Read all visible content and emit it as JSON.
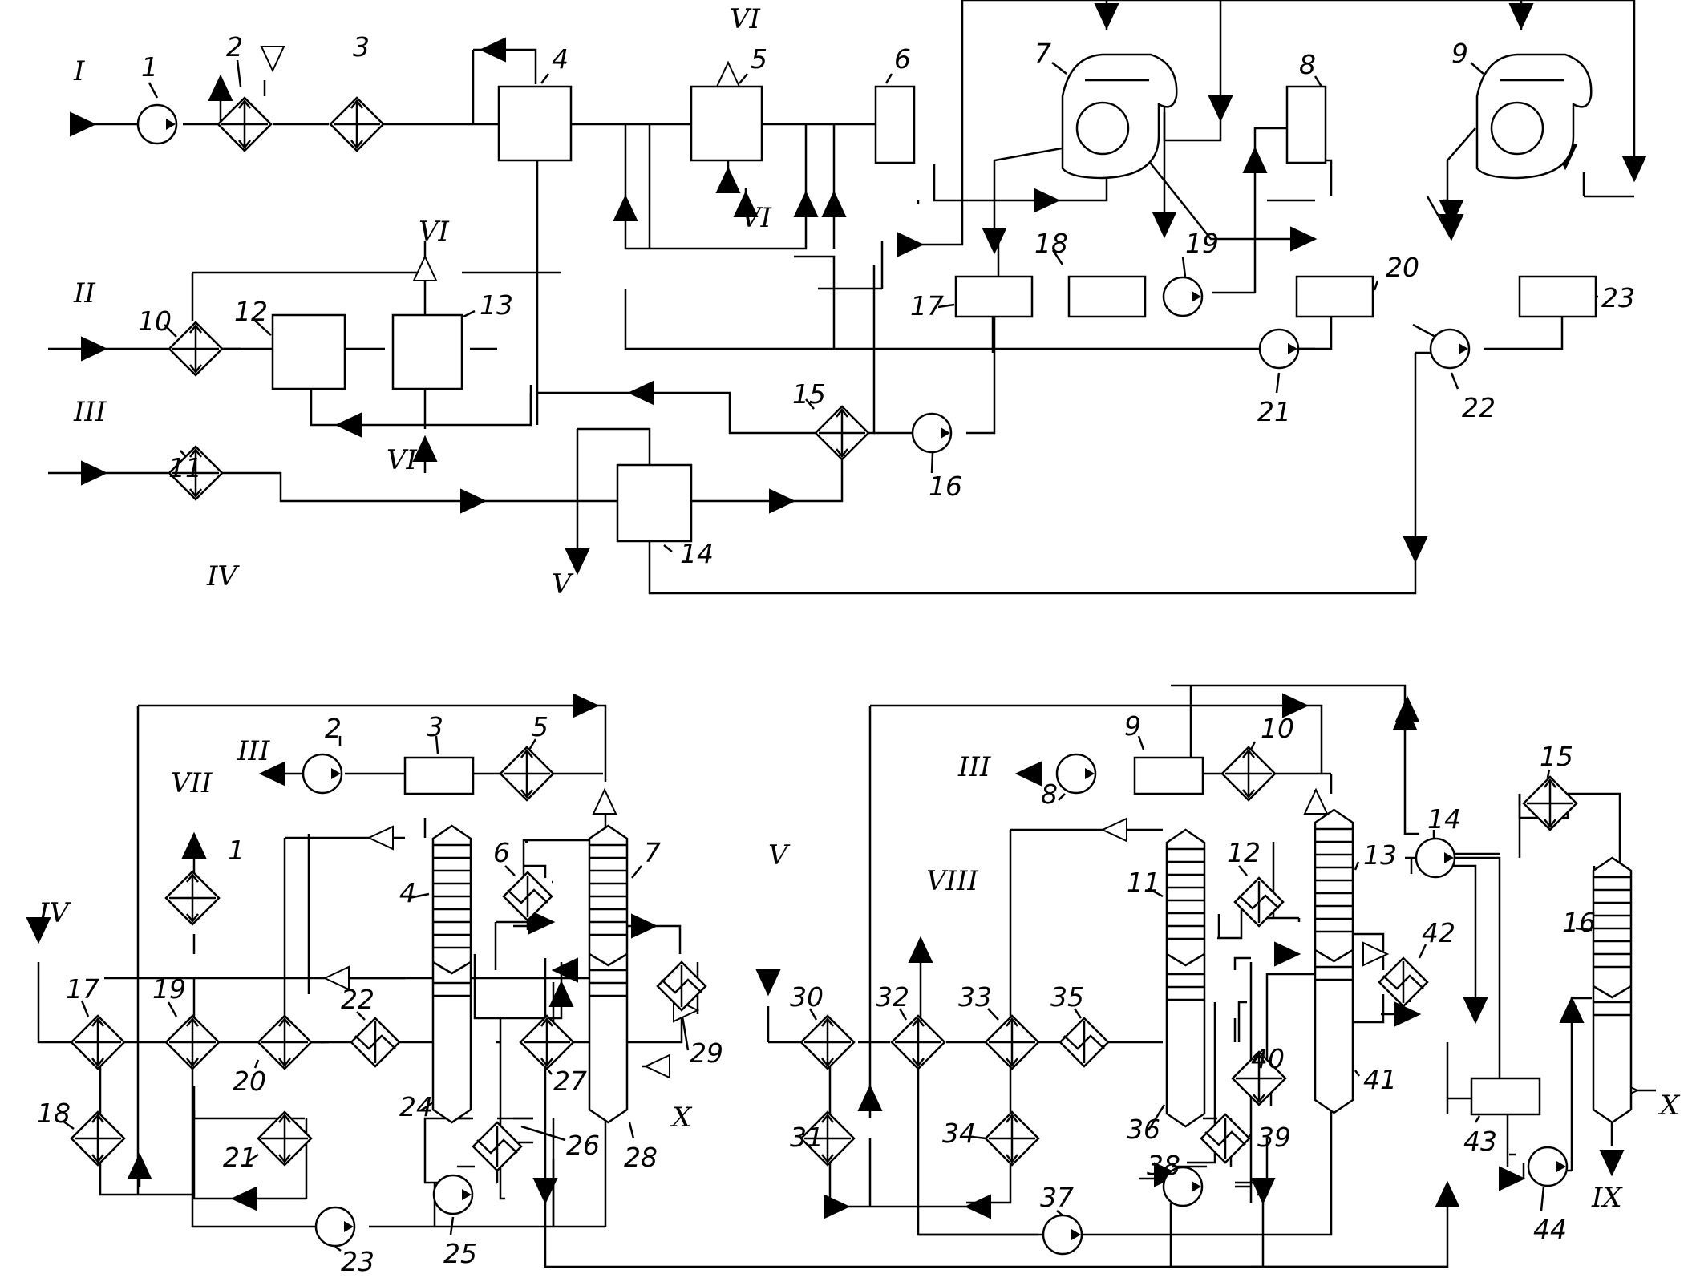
{
  "labels": {
    "top": {
      "streams": [
        "I",
        "II",
        "III",
        "IV",
        "V",
        "VI",
        "VI",
        "VI",
        "VI"
      ],
      "items": [
        "1",
        "2",
        "3",
        "4",
        "5",
        "6",
        "7",
        "8",
        "9",
        "10",
        "11",
        "12",
        "13",
        "14",
        "15",
        "16",
        "17",
        "18",
        "19",
        "20",
        "21",
        "22",
        "23"
      ]
    },
    "bottom_left": {
      "streams": [
        "III",
        "VII",
        "IV",
        "X"
      ],
      "items": [
        "1",
        "2",
        "3",
        "4",
        "5",
        "6",
        "7",
        "17",
        "18",
        "19",
        "20",
        "21",
        "22",
        "23",
        "24",
        "25",
        "26",
        "27",
        "28",
        "29"
      ]
    },
    "bottom_right": {
      "streams": [
        "III",
        "V",
        "VIII",
        "IX",
        "X"
      ],
      "items": [
        "8",
        "9",
        "10",
        "11",
        "12",
        "13",
        "14",
        "15",
        "16",
        "30",
        "31",
        "32",
        "33",
        "34",
        "35",
        "36",
        "37",
        "38",
        "39",
        "40",
        "41",
        "42",
        "43",
        "44"
      ]
    }
  }
}
